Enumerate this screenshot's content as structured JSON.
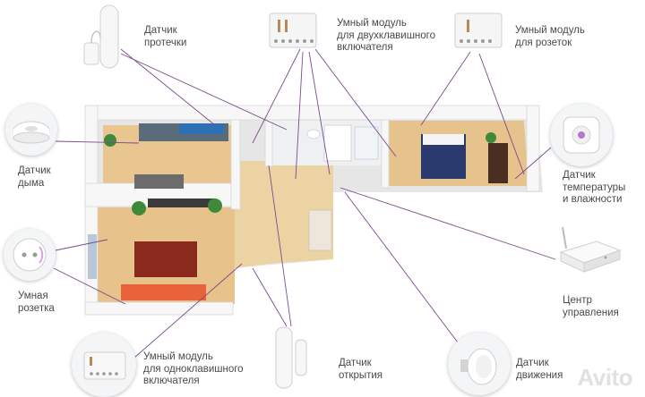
{
  "colors": {
    "connector": "#7a4b8f",
    "floor_wood": "#e8c48e",
    "wall": "#f4f4f4",
    "sofa": "#e8623a",
    "bed": "#2b3a6e"
  },
  "devices": [
    {
      "id": "leak",
      "icon": "leak-sensor-icon",
      "lines": [
        "Датчик",
        "протечки"
      ]
    },
    {
      "id": "dual-switch",
      "icon": "dual-switch-module-icon",
      "lines": [
        "Умный модуль",
        "для двухклавишного",
        "включателя"
      ]
    },
    {
      "id": "socket-module",
      "icon": "socket-module-icon",
      "lines": [
        "Умный модуль",
        "для розеток"
      ]
    },
    {
      "id": "smoke",
      "icon": "smoke-detector-icon",
      "lines": [
        "Датчик",
        "дыма"
      ]
    },
    {
      "id": "temp",
      "icon": "temperature-humidity-sensor-icon",
      "lines": [
        "Датчик",
        "температуры",
        "и влажности"
      ]
    },
    {
      "id": "smart-socket",
      "icon": "smart-plug-icon",
      "lines": [
        "Умная",
        "розетка"
      ]
    },
    {
      "id": "hub",
      "icon": "hub-router-icon",
      "lines": [
        "Центр",
        "управления"
      ]
    },
    {
      "id": "single-switch",
      "icon": "single-switch-module-icon",
      "lines": [
        "Умный модуль",
        "для одноклавишного",
        "включателя"
      ]
    },
    {
      "id": "door",
      "icon": "door-sensor-icon",
      "lines": [
        "Датчик",
        "открытия"
      ]
    },
    {
      "id": "motion",
      "icon": "motion-sensor-icon",
      "lines": [
        "Датчик",
        "движения"
      ]
    }
  ],
  "watermark": "Avito"
}
